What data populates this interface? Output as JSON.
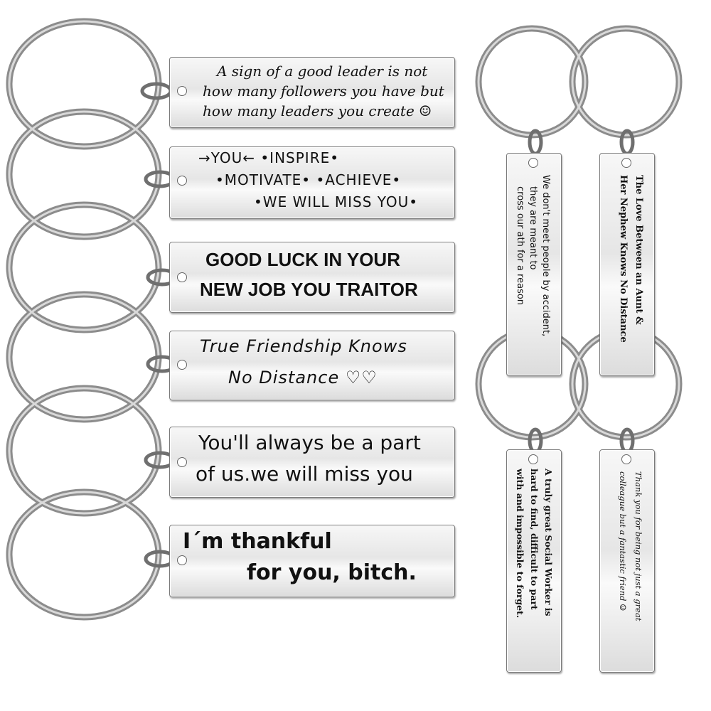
{
  "keychains": [
    {
      "lines": [
        "A sign of a good leader is not",
        "how many followers you have but",
        "how many leaders you create ☺"
      ]
    },
    {
      "lines": [
        "→YOU←  •INSPIRE•",
        "•MOTIVATE• •ACHIEVE•",
        "•WE WILL MISS YOU•"
      ]
    },
    {
      "lines": [
        "GOOD LUCK IN YOUR",
        "NEW JOB YOU TRAITOR"
      ]
    },
    {
      "lines": [
        "True Friendship Knows",
        "No Distance  ♡♡"
      ]
    },
    {
      "lines": [
        "You'll always be a part",
        "of us.we will miss you"
      ]
    },
    {
      "lines": [
        "I´m thankful",
        "for you, bitch."
      ]
    }
  ],
  "vertical_tags": [
    {
      "lines": [
        "We don't meet people by accident,",
        "they are meant to",
        "cross our  ath for a reason"
      ]
    },
    {
      "lines": [
        "The Love Between an Aunt &",
        "Her Nephew Knows No Distance"
      ]
    },
    {
      "lines": [
        "A truly great Social Worker is",
        "hard to find, difficult to part",
        "with and impossible to forget."
      ]
    },
    {
      "lines": [
        "Thank you for being not just a great",
        "colleague but a fantastic friend ☺"
      ]
    }
  ],
  "colors": {
    "metal_dark": "#5a5a5a",
    "metal_light": "#cfcfcf",
    "text": "#111111"
  }
}
